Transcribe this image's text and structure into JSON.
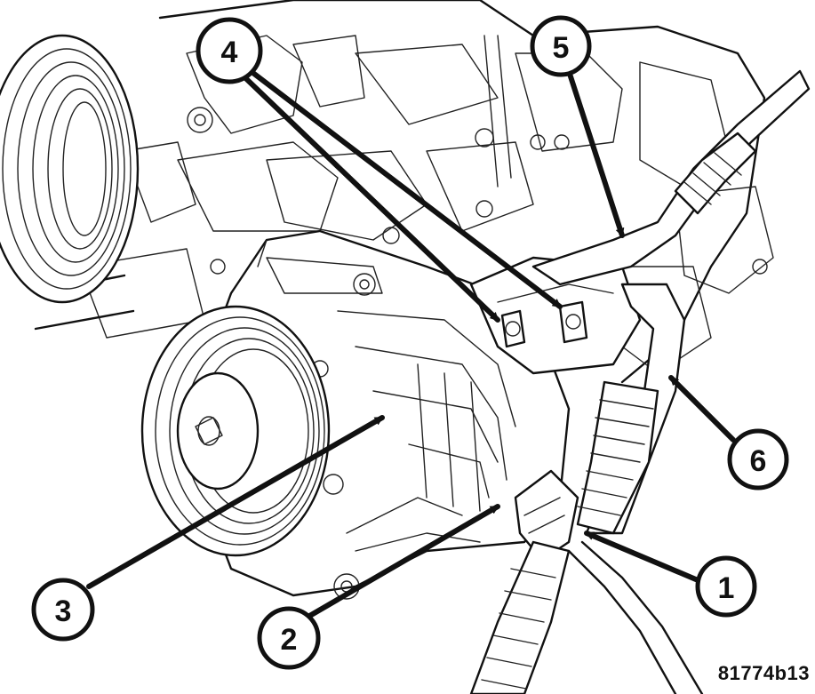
{
  "figure_id": "81774b13",
  "callouts": [
    "1",
    "2",
    "3",
    "4",
    "5",
    "6"
  ]
}
